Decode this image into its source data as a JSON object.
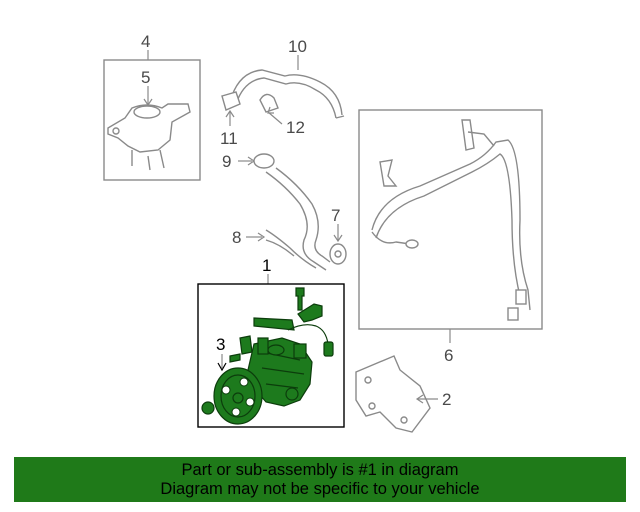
{
  "callouts": {
    "c1": "1",
    "c2": "2",
    "c3": "3",
    "c4": "4",
    "c5": "5",
    "c6": "6",
    "c7": "7",
    "c8": "8",
    "c9": "9",
    "c10": "10",
    "c11": "11",
    "c12": "12"
  },
  "banner": {
    "line1": "Part or sub-assembly is #1 in diagram",
    "line2": "Diagram may not be specific to your vehicle"
  },
  "colors": {
    "highlight_part": "#1d7a1d",
    "banner_background": "#1f7a19",
    "line_art": "#8a8a8a"
  }
}
